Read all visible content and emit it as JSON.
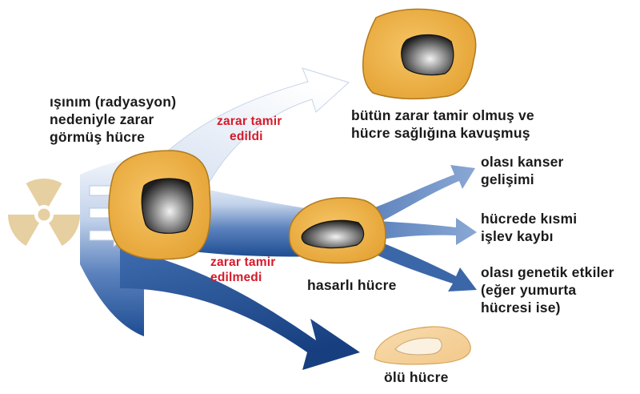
{
  "labels": {
    "damaged_cell_line1": "ışınım (radyasyon)",
    "damaged_cell_line2": "nedeniyle zarar",
    "damaged_cell_line3": "görmüş hücre",
    "repaired_line1": "zarar tamir",
    "repaired_line2": "edildi",
    "unrepaired_line1": "zarar tamir",
    "unrepaired_line2": "edilmedi",
    "healthy_line1": "bütün zarar tamir olmuş ve",
    "healthy_line2": "hücre sağlığına kavuşmuş",
    "cancer_line1": "olası kanser",
    "cancer_line2": "gelişimi",
    "function_loss_line1": "hücrede kısmi",
    "function_loss_line2": "işlev kaybı",
    "genetic_line1": "olası genetik etkiler",
    "genetic_line2": "(eğer yumurta",
    "genetic_line3": "hücresi ise)",
    "damaged_cell": "hasarlı hücre",
    "dead_cell": "ölü hücre"
  },
  "icons": {
    "radiation": "radiation-trefoil-icon",
    "rays": "incoming-ray-arrows"
  },
  "colors": {
    "cell_fill": "#f0b040",
    "cell_outline": "#a87418",
    "arrow_dark": "#2a5a9c",
    "arrow_light": "#e8eff8",
    "repair_text": "#d61a2a",
    "radiation_symbol": "#e6cfa0"
  }
}
